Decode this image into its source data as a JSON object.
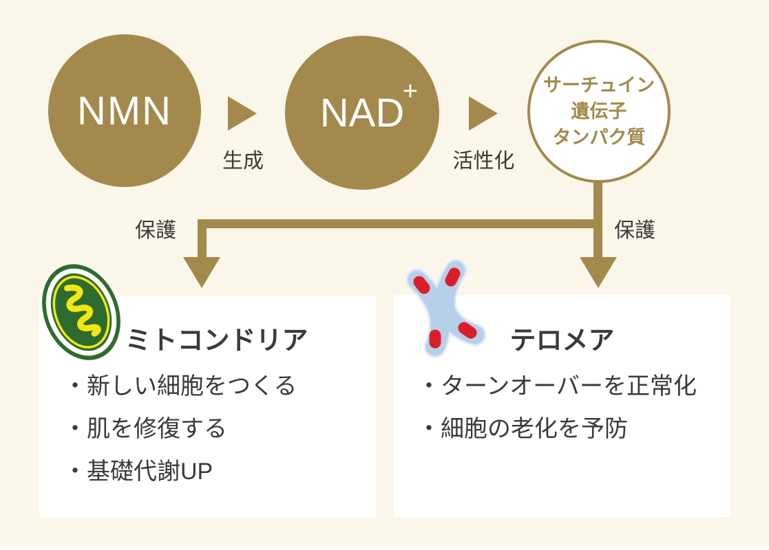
{
  "flow": {
    "nmn": {
      "label": "NMN"
    },
    "arrow1": {
      "label": "生成"
    },
    "nad": {
      "label": "NAD",
      "sup": "+"
    },
    "arrow2": {
      "label": "活性化"
    },
    "sirtuin": {
      "line1": "サーチュイン",
      "line2": "遺伝子",
      "line3": "タンパク質"
    }
  },
  "branches": {
    "left_label": "保護",
    "right_label": "保護"
  },
  "mitochondria": {
    "title": "ミトコンドリア",
    "items": [
      "・新しい細胞をつくる",
      "・肌を修復する",
      "・基礎代謝UP"
    ]
  },
  "telomere": {
    "title": "テロメア",
    "items": [
      "・ターンオーバーを正常化",
      "・細胞の老化を予防"
    ]
  },
  "icons": {
    "left": "mitochondria-icon",
    "right": "chromosome-icon"
  },
  "colors": {
    "background": "#FAF6E9",
    "gold": "#A3894B",
    "box": "#FFFFFF",
    "text": "#3A3A3A",
    "mito_green": "#2E6B2F",
    "mito_yellow": "#F2E711",
    "chromosome_blue": "#B7CFE9",
    "telomere_red": "#DA1F2B"
  }
}
